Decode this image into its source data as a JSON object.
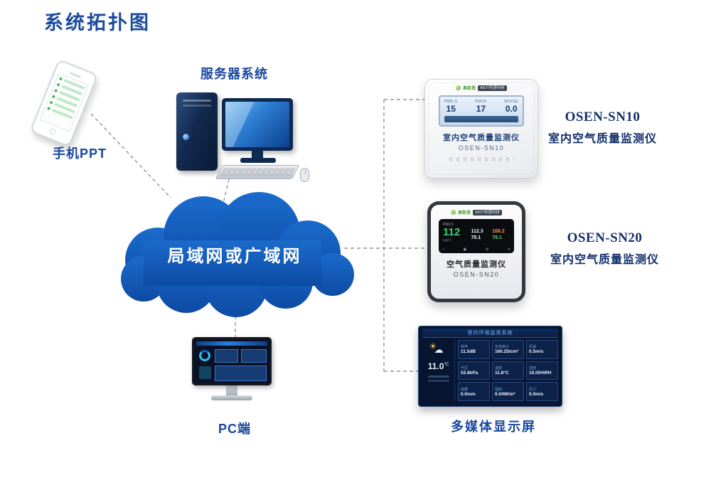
{
  "title": "系统拓扑图",
  "colors": {
    "accent_blue": "#1a4a9b",
    "cloud_blue": "#1157b4"
  },
  "phone": {
    "label": "手机PPT"
  },
  "server": {
    "label": "服务器系统"
  },
  "cloud": {
    "label": "局域网或广域网"
  },
  "pc": {
    "label": "PC端"
  },
  "sn10": {
    "brand_left": "奥斯恩",
    "brand_right": "AIOT传感科技",
    "screen": {
      "items": [
        {
          "k": "PM2.5",
          "v": "15"
        },
        {
          "k": "PM10",
          "v": "17"
        },
        {
          "k": "NOISE",
          "v": "0.0"
        }
      ]
    },
    "device_title": "室内空气质量监测仪",
    "device_model": "OSEN-SN10",
    "caption_name": "OSEN-SN10",
    "caption_desc": "室内空气质量监测仪"
  },
  "sn20": {
    "brand_left": "奥斯恩",
    "brand_right": "AIOT传感科技",
    "screen": {
      "pm_label": "PM2.5",
      "pm_value": "112",
      "pm_unit": "ug/m³",
      "readings": [
        "112.3",
        "168.2",
        "70.1",
        "78.1"
      ],
      "icons": [
        "⌂",
        "▣",
        "⚙",
        "↺"
      ]
    },
    "device_title": "空气质量监测仪",
    "device_model": "OSEN-SN20",
    "caption_name": "OSEN-SN20",
    "caption_desc": "室内空气质量监测仪"
  },
  "display": {
    "header": "室内环境监测系统",
    "weather_sun": "☀",
    "weather_cloud": "☁",
    "temp": "11.0",
    "temp_unit": "℃",
    "cells": [
      {
        "k": "噪声",
        "v": "11.5dB"
      },
      {
        "k": "负氧离子",
        "v": "160.25/cm³"
      },
      {
        "k": "风速",
        "v": "0.5m/s"
      },
      {
        "k": "气压",
        "v": "52.8kPa"
      },
      {
        "k": "温度",
        "v": "11.8°C"
      },
      {
        "k": "湿度",
        "v": "10.05%RH"
      },
      {
        "k": "雨量",
        "v": "0.0mm"
      },
      {
        "k": "辐射",
        "v": "0.04W/m²"
      },
      {
        "k": "风力",
        "v": "0.0m/s"
      }
    ],
    "caption": "多媒体显示屏"
  }
}
